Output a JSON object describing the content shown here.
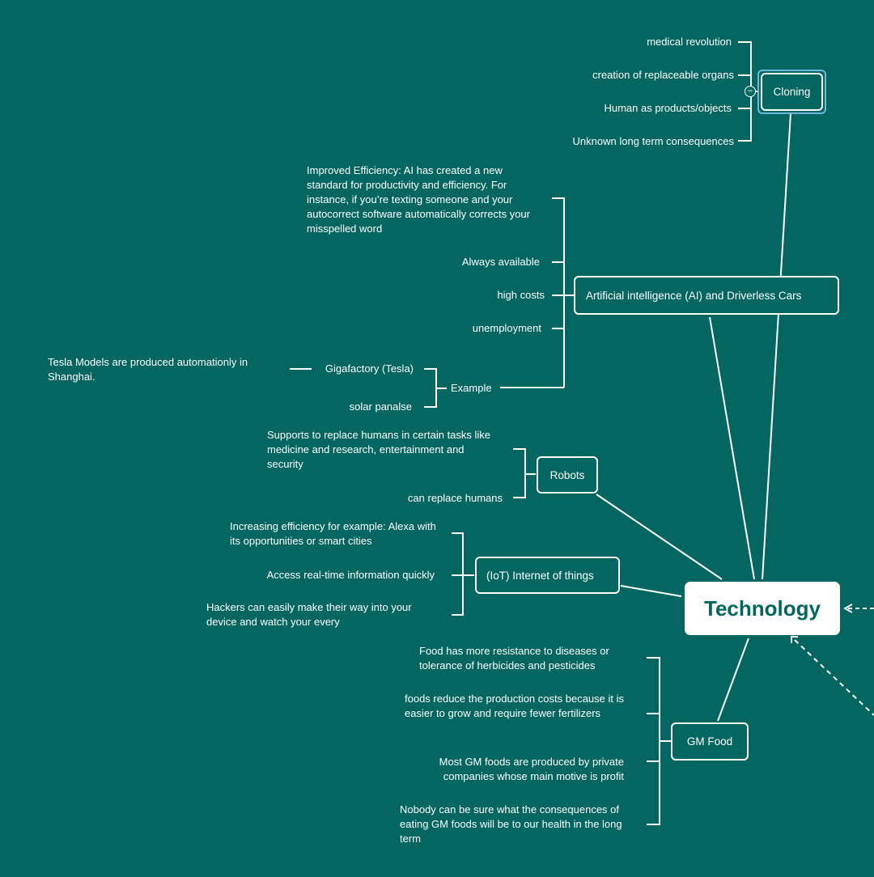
{
  "root": {
    "label": "Technology"
  },
  "cloning": {
    "label": "Cloning",
    "collapse_symbol": "−",
    "items": [
      "medical revolution",
      "creation of replaceable organs",
      "Human as products/objects",
      "Unknown long term consequences"
    ]
  },
  "ai": {
    "label": "Artificial intelligence (AI) and Driverless Cars",
    "items": [
      "Improved Efficiency: AI has created a new standard for productivity and efficiency. For instance, if you’re texting someone and your autocorrect software automatically corrects your misspelled word",
      "Always available",
      "high costs",
      "unemployment"
    ],
    "example": {
      "label": "Example",
      "items": [
        "Gigafactory (Tesla)",
        "solar panalse"
      ],
      "gigafactory_note": "Tesla Models are produced automationly in Shanghai."
    }
  },
  "robots": {
    "label": "Robots",
    "items": [
      "Supports to replace humans in certain tasks like medicine and research, entertainment and security",
      "can replace humans"
    ]
  },
  "iot": {
    "label": "(IoT) Internet of things",
    "items": [
      "Increasing efficiency for example: Alexa with its opportunities or smart cities",
      "Access real-time information quickly",
      "Hackers can easily make their way into your device and watch your every"
    ]
  },
  "gmfood": {
    "label": "GM Food",
    "items": [
      "Food has more resistance to diseases or tolerance of herbicides and pesticides",
      "foods reduce the production costs because it is easier to grow and require fewer fertilizers",
      "Most GM foods are produced by private companies whose main motive is profit",
      "Nobody can be sure what the consequences of eating GM foods will be to our health in the long term"
    ]
  },
  "colors": {
    "background": "#046660",
    "line": "#ffffff",
    "selection": "#6fb6d9"
  }
}
